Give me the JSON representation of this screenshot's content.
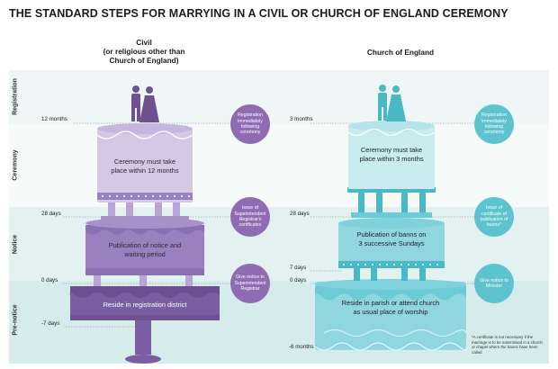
{
  "title": "THE STANDARD STEPS FOR MARRYING IN A CIVIL OR CHURCH OF ENGLAND CEREMONY",
  "columns": {
    "civil": "Civil\n(or religious other than\nChurch of England)",
    "coe": "Church of England"
  },
  "bands": {
    "registration": "Registration",
    "ceremony": "Ceremony",
    "notice": "Notice",
    "pre_notice": "Pre-notice"
  },
  "civil": {
    "ticks": [
      "12 months",
      "28 days",
      "0 days",
      "-7 days"
    ],
    "tiers": [
      "Ceremony must take\nplace within 12 months",
      "Publication of notice and\nwaiting period",
      "Reside in registration district"
    ],
    "circles": [
      "Registration\nimmediately\nfollowing\nceremony",
      "Issue of\nSuperintendent\nRegistrar's\ncertificates",
      "Give notice to\nSuperintendent\nRegistrar"
    ]
  },
  "coe": {
    "ticks": [
      "3 months",
      "28 days",
      "7 days",
      "0 days",
      "-6 months"
    ],
    "tiers": [
      "Ceremony must take\nplace within 3 months",
      "Publication of banns on\n3 successive Sundays",
      "Reside in parish or attend church\nas usual place of worship"
    ],
    "circles": [
      "Registration\nimmediately\nfollowing\nceremony",
      "Issue of\ncertificate of\npublication of\nbanns*",
      "Give notice to\nMinister"
    ]
  },
  "footnote": "*A certificate is not necessary if the marriage is to be solemnised in a church or chapel where the banns have been called",
  "colors": {
    "civil_dark": "#7a5ea3",
    "civil_mid": "#9a80bf",
    "civil_light": "#d4c8e6",
    "coe_dark": "#4bb8c5",
    "coe_mid": "#8fd6df",
    "coe_light": "#c8ecf0",
    "band_light": "#eef7f6",
    "band_dark": "#dcefed"
  }
}
